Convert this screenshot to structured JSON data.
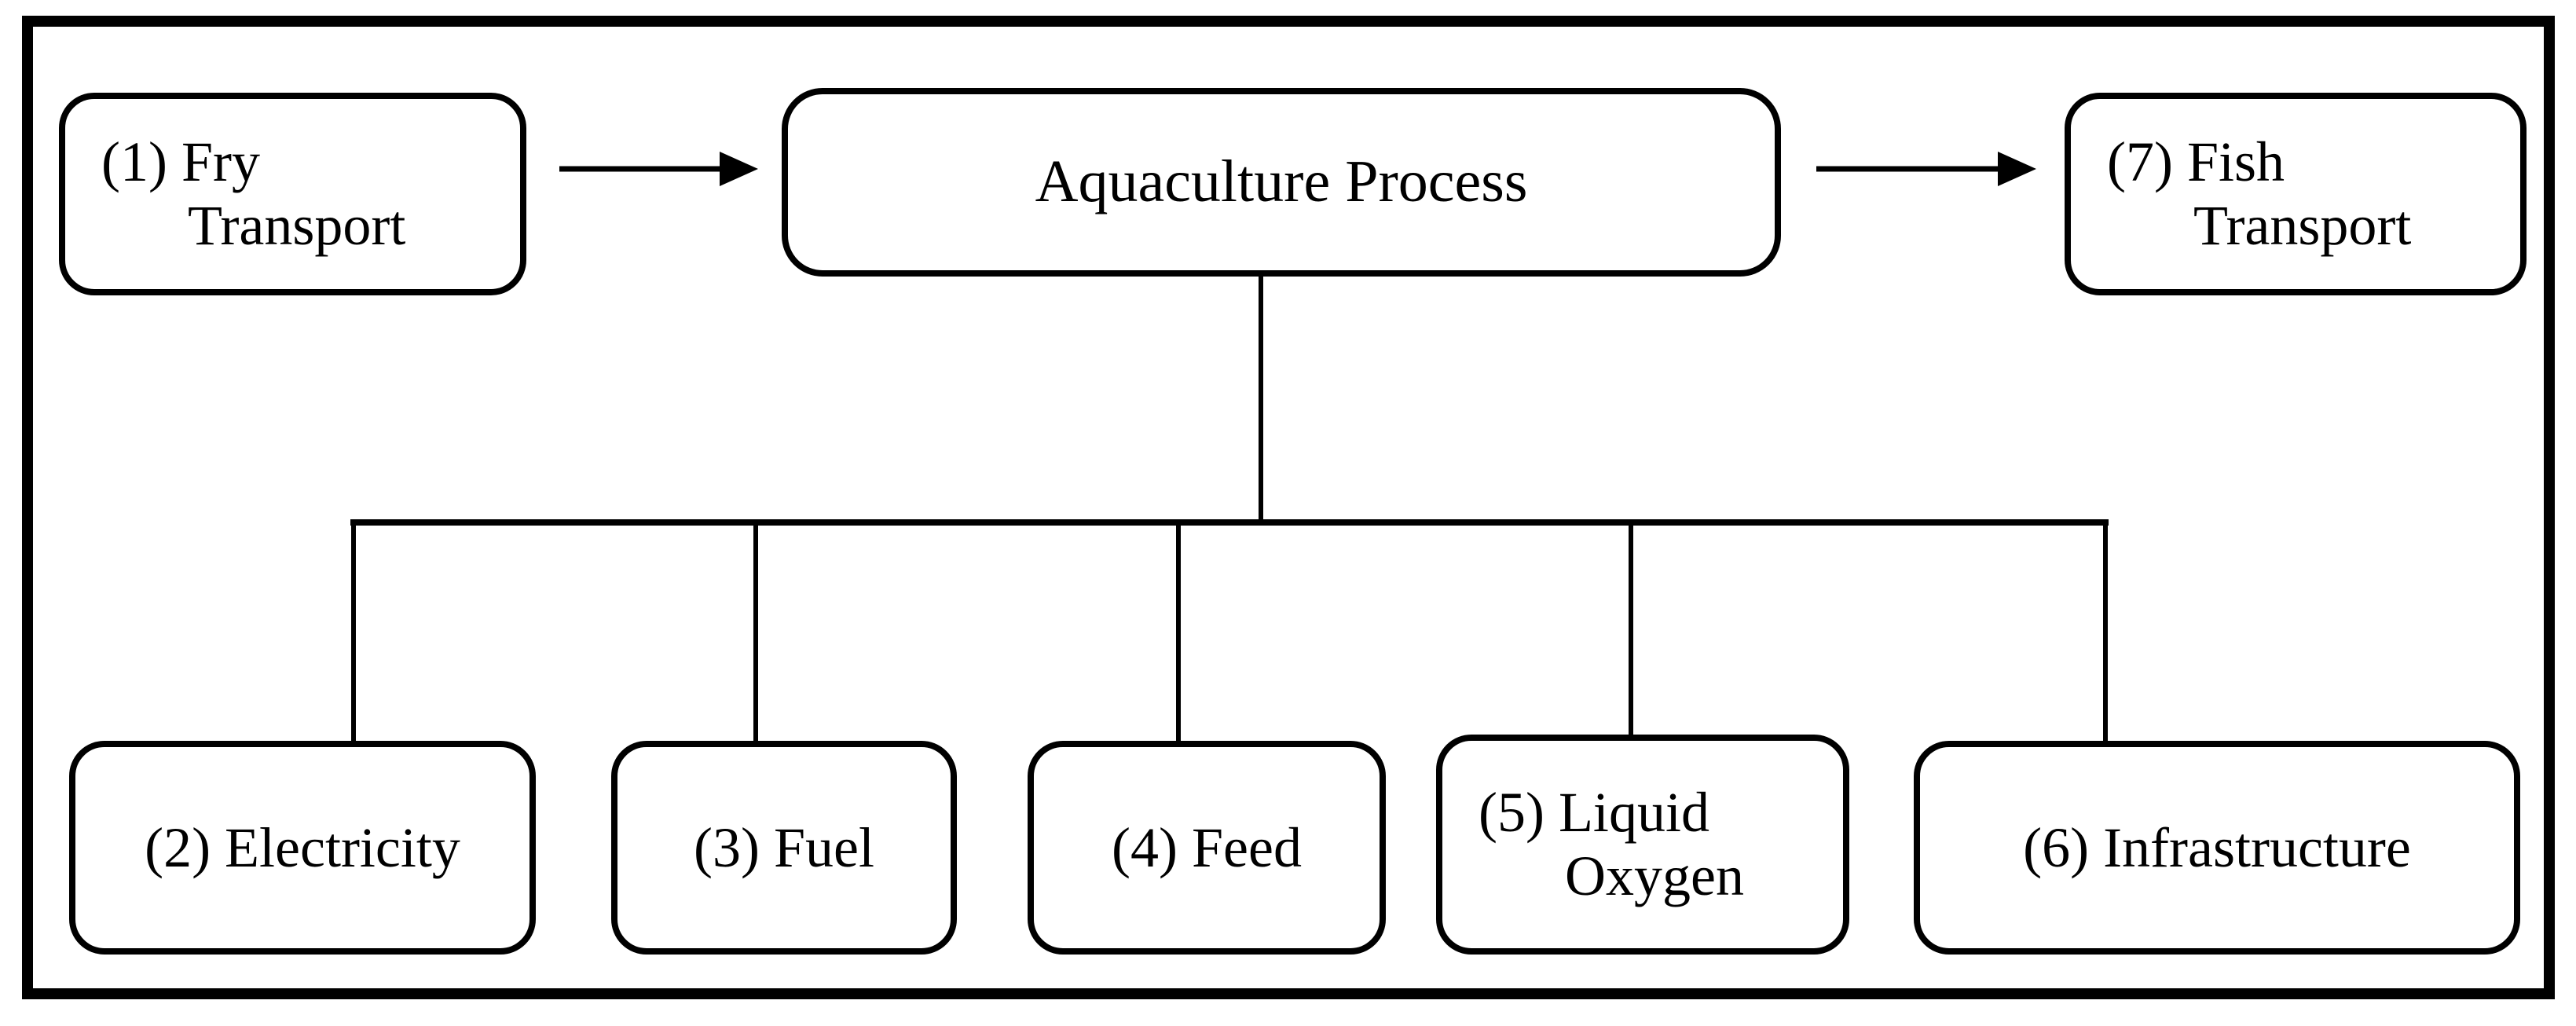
{
  "figure": {
    "background_color": "#ffffff",
    "line_color": "#000000",
    "nodes": {
      "fry_transport": {
        "line1": "(1) Fry",
        "line2": "Transport"
      },
      "aquaculture_process": {
        "label": "Aquaculture Process"
      },
      "fish_transport": {
        "line1": "(7) Fish",
        "line2": "Transport"
      },
      "electricity": {
        "label": "(2) Electricity"
      },
      "fuel": {
        "label": "(3) Fuel"
      },
      "feed": {
        "label": "(4) Feed"
      },
      "liquid_oxygen": {
        "line1": "(5) Liquid",
        "line2": "Oxygen"
      },
      "infrastructure": {
        "label": "(6) Infrastructure"
      }
    }
  }
}
